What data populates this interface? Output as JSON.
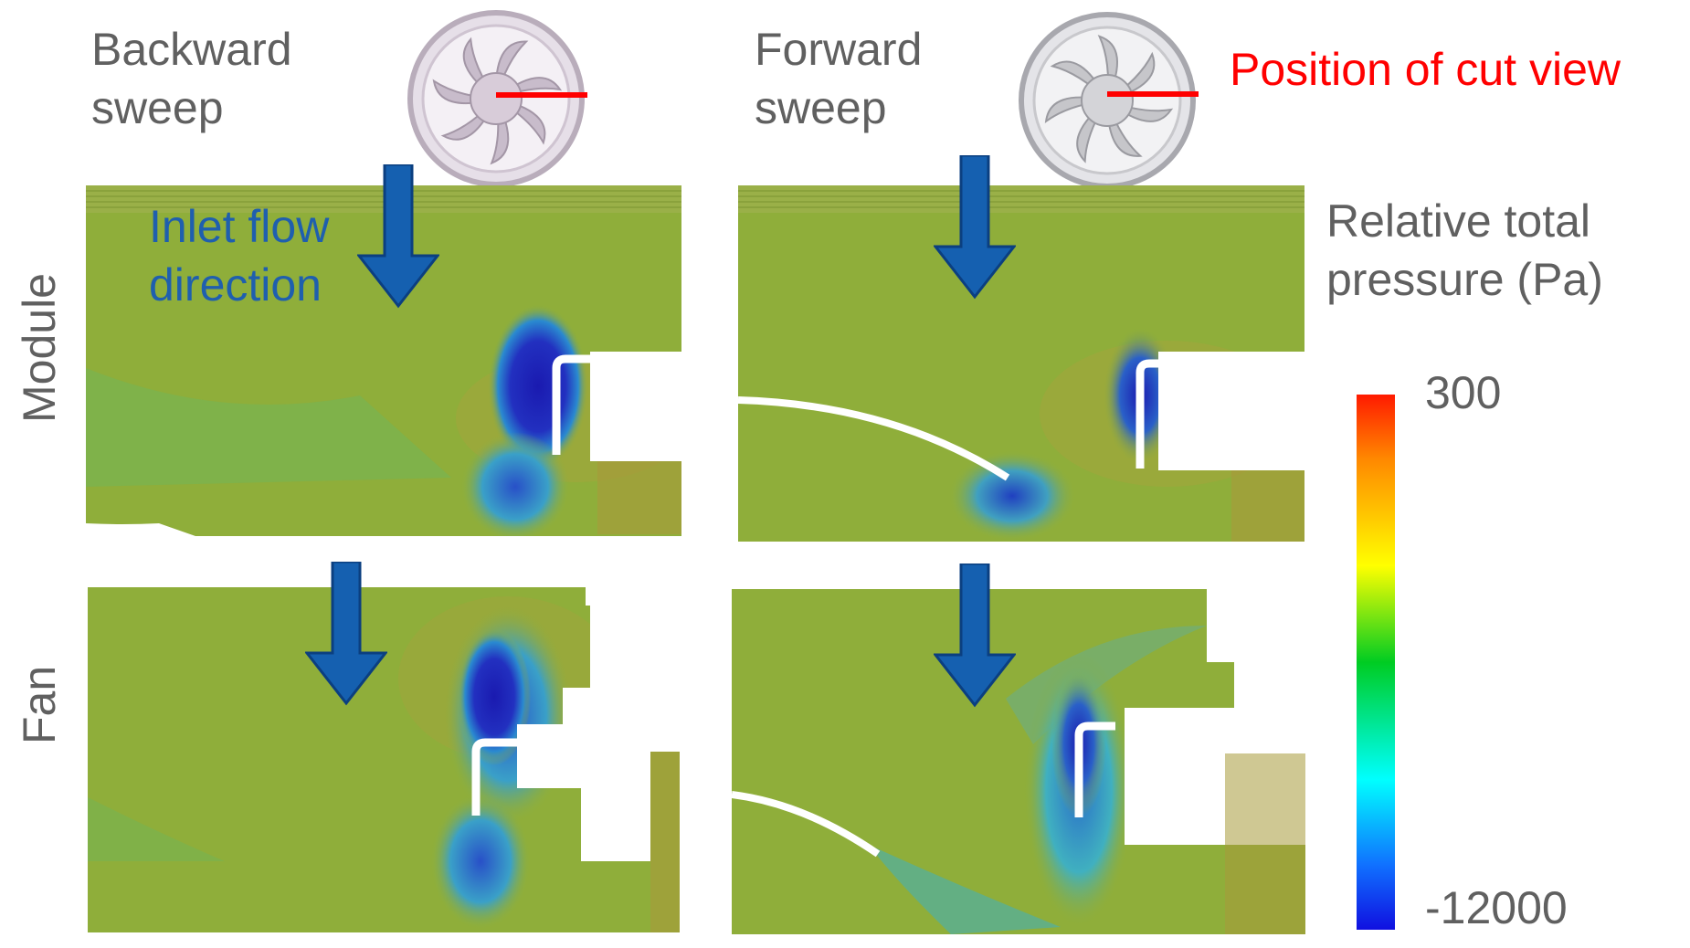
{
  "labels": {
    "backward": "Backward\nsweep",
    "forward": "Forward\nsweep",
    "cut_view": "Position of cut view",
    "inlet_flow": "Inlet flow\ndirection",
    "module": "Module",
    "fan": "Fan",
    "legend_title": "Relative total\npressure (Pa)"
  },
  "colorbar": {
    "max": "300",
    "min": "-12000",
    "colors": [
      "#ff1a00",
      "#ffff00",
      "#00cc22",
      "#00ffff",
      "#1010e0"
    ]
  },
  "colors": {
    "field_green": "#8fae3a",
    "low_pressure": "#1a22b0",
    "arrow_blue": "#1560b0",
    "cut_line": "#ff0000",
    "text_gray": "#606060"
  }
}
